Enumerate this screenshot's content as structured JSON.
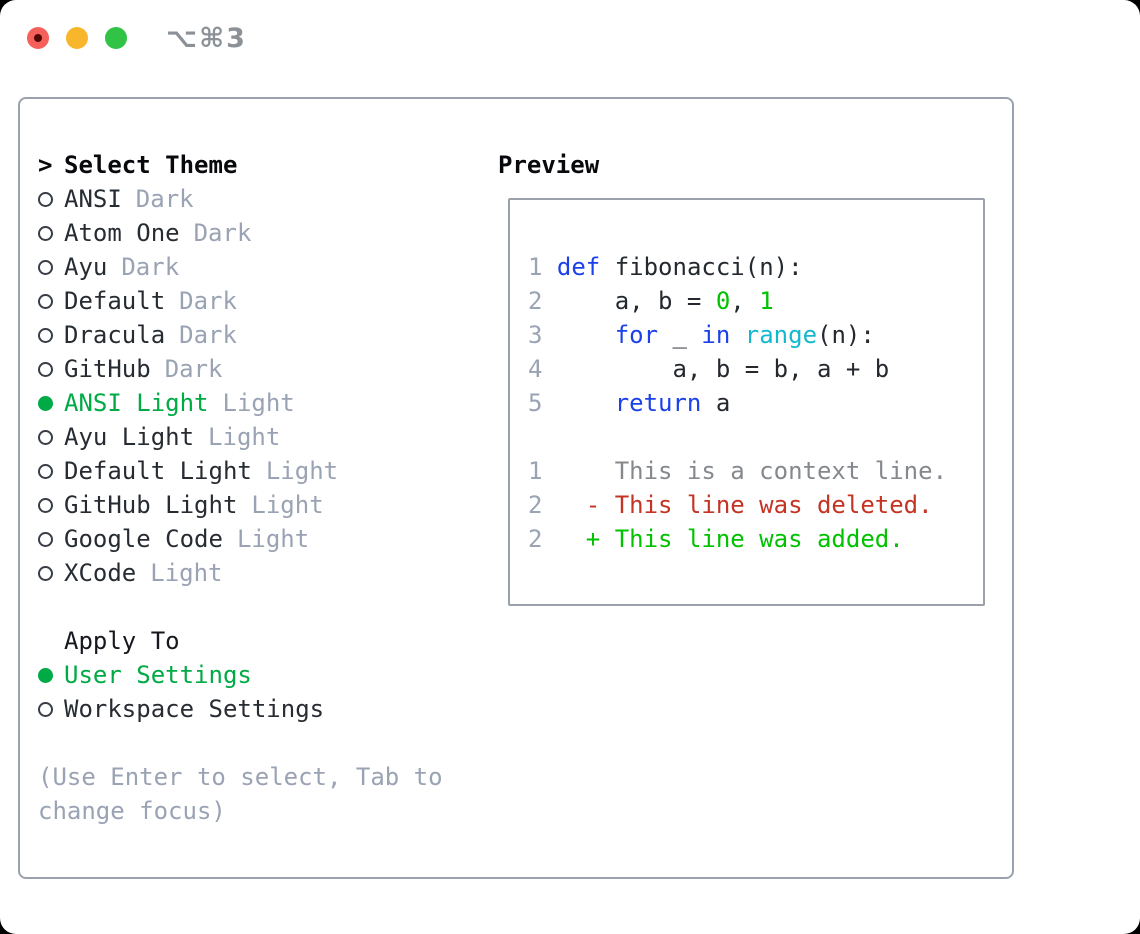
{
  "window": {
    "title": "⌥⌘3",
    "traffic_lights": [
      "close",
      "minimize",
      "zoom"
    ]
  },
  "theme_picker": {
    "header_marker": ">",
    "header": "Select Theme",
    "items": [
      {
        "name": "ANSI",
        "tag": "Dark",
        "selected": false
      },
      {
        "name": "Atom One",
        "tag": "Dark",
        "selected": false
      },
      {
        "name": "Ayu",
        "tag": "Dark",
        "selected": false
      },
      {
        "name": "Default",
        "tag": "Dark",
        "selected": false
      },
      {
        "name": "Dracula",
        "tag": "Dark",
        "selected": false
      },
      {
        "name": "GitHub",
        "tag": "Dark",
        "selected": false
      },
      {
        "name": "ANSI Light",
        "tag": "Light",
        "selected": true
      },
      {
        "name": "Ayu Light",
        "tag": "Light",
        "selected": false
      },
      {
        "name": "Default Light",
        "tag": "Light",
        "selected": false
      },
      {
        "name": "GitHub Light",
        "tag": "Light",
        "selected": false
      },
      {
        "name": "Google Code",
        "tag": "Light",
        "selected": false
      },
      {
        "name": "XCode",
        "tag": "Light",
        "selected": false
      }
    ],
    "apply_to": {
      "header": "Apply To",
      "options": [
        {
          "name": "User Settings",
          "selected": true
        },
        {
          "name": "Workspace Settings",
          "selected": false
        }
      ]
    },
    "help_lines": [
      "(Use Enter to select, Tab to",
      "change focus)"
    ]
  },
  "preview": {
    "title": "Preview",
    "code_lines": [
      {
        "num": "1",
        "segs": [
          {
            "c": "kw",
            "t": "def"
          },
          {
            "c": "fg",
            "t": " fibonacci(n):"
          }
        ]
      },
      {
        "num": "2",
        "segs": [
          {
            "c": "fg",
            "t": "    a, b = "
          },
          {
            "c": "grn",
            "t": "0"
          },
          {
            "c": "fg",
            "t": ", "
          },
          {
            "c": "grn",
            "t": "1"
          }
        ]
      },
      {
        "num": "3",
        "segs": [
          {
            "c": "fg",
            "t": "    "
          },
          {
            "c": "kw",
            "t": "for"
          },
          {
            "c": "fg",
            "t": " _ "
          },
          {
            "c": "kw",
            "t": "in"
          },
          {
            "c": "fg",
            "t": " "
          },
          {
            "c": "cyan",
            "t": "range"
          },
          {
            "c": "fg",
            "t": "(n):"
          }
        ]
      },
      {
        "num": "4",
        "segs": [
          {
            "c": "fg",
            "t": "        a, b = b, a + b"
          }
        ]
      },
      {
        "num": "5",
        "segs": [
          {
            "c": "fg",
            "t": "    "
          },
          {
            "c": "kw",
            "t": "return"
          },
          {
            "c": "fg",
            "t": " a"
          }
        ]
      },
      {
        "num": "",
        "segs": []
      },
      {
        "num": "1",
        "segs": [
          {
            "c": "ctx",
            "t": "    This is a context line."
          }
        ]
      },
      {
        "num": "2",
        "segs": [
          {
            "c": "del",
            "t": "  - This line was deleted."
          }
        ]
      },
      {
        "num": "2",
        "segs": [
          {
            "c": "add",
            "t": "  + This line was added."
          }
        ]
      }
    ]
  },
  "colors": {
    "selection_green": "#00aa45",
    "code_green": "#00c300",
    "keyword_blue": "#1c41e8",
    "function_cyan": "#14b8ce",
    "deleted_red": "#c43425",
    "added_green": "#00c200",
    "context_gray": "#85898d",
    "muted_gray": "#9aa3b3",
    "panel_border": "#99a2ae",
    "traffic_red": "#f5605a",
    "traffic_yellow": "#f8b62c",
    "traffic_green": "#30c345"
  }
}
